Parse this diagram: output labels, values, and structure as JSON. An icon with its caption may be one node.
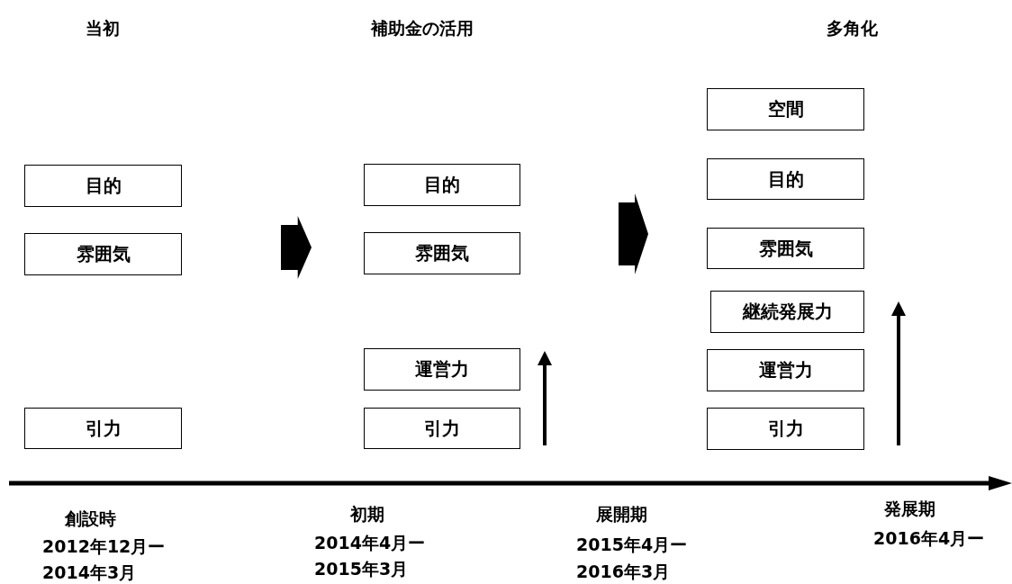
{
  "diagram": {
    "nodes": [
      {
        "text": [
          "目的"
        ]
      },
      {
        "text": [
          "雰囲気"
        ]
      },
      {
        "text": [
          "引力"
        ]
      },
      {
        "text": [
          "目的"
        ]
      },
      {
        "text": [
          "雰囲気"
        ]
      },
      {
        "text": [
          "運営力"
        ]
      },
      {
        "text": [
          "引力"
        ]
      },
      {
        "text": [
          "空間"
        ]
      },
      {
        "text": [
          "目的"
        ]
      },
      {
        "text": [
          "雰囲気"
        ]
      },
      {
        "text": [
          "継続発展力"
        ]
      },
      {
        "text": [
          "運営力"
        ]
      },
      {
        "text": [
          "引力"
        ]
      }
    ],
    "labels": [
      "当初",
      "補助金の活用",
      "多角化",
      "創設時",
      "2012年12月ー",
      "2014年3月",
      "初期",
      "2014年4月ー",
      "2015年3月",
      "展開期",
      "2015年4月ー",
      "2016年3月",
      "発展期",
      "2016年4月ー"
    ]
  }
}
